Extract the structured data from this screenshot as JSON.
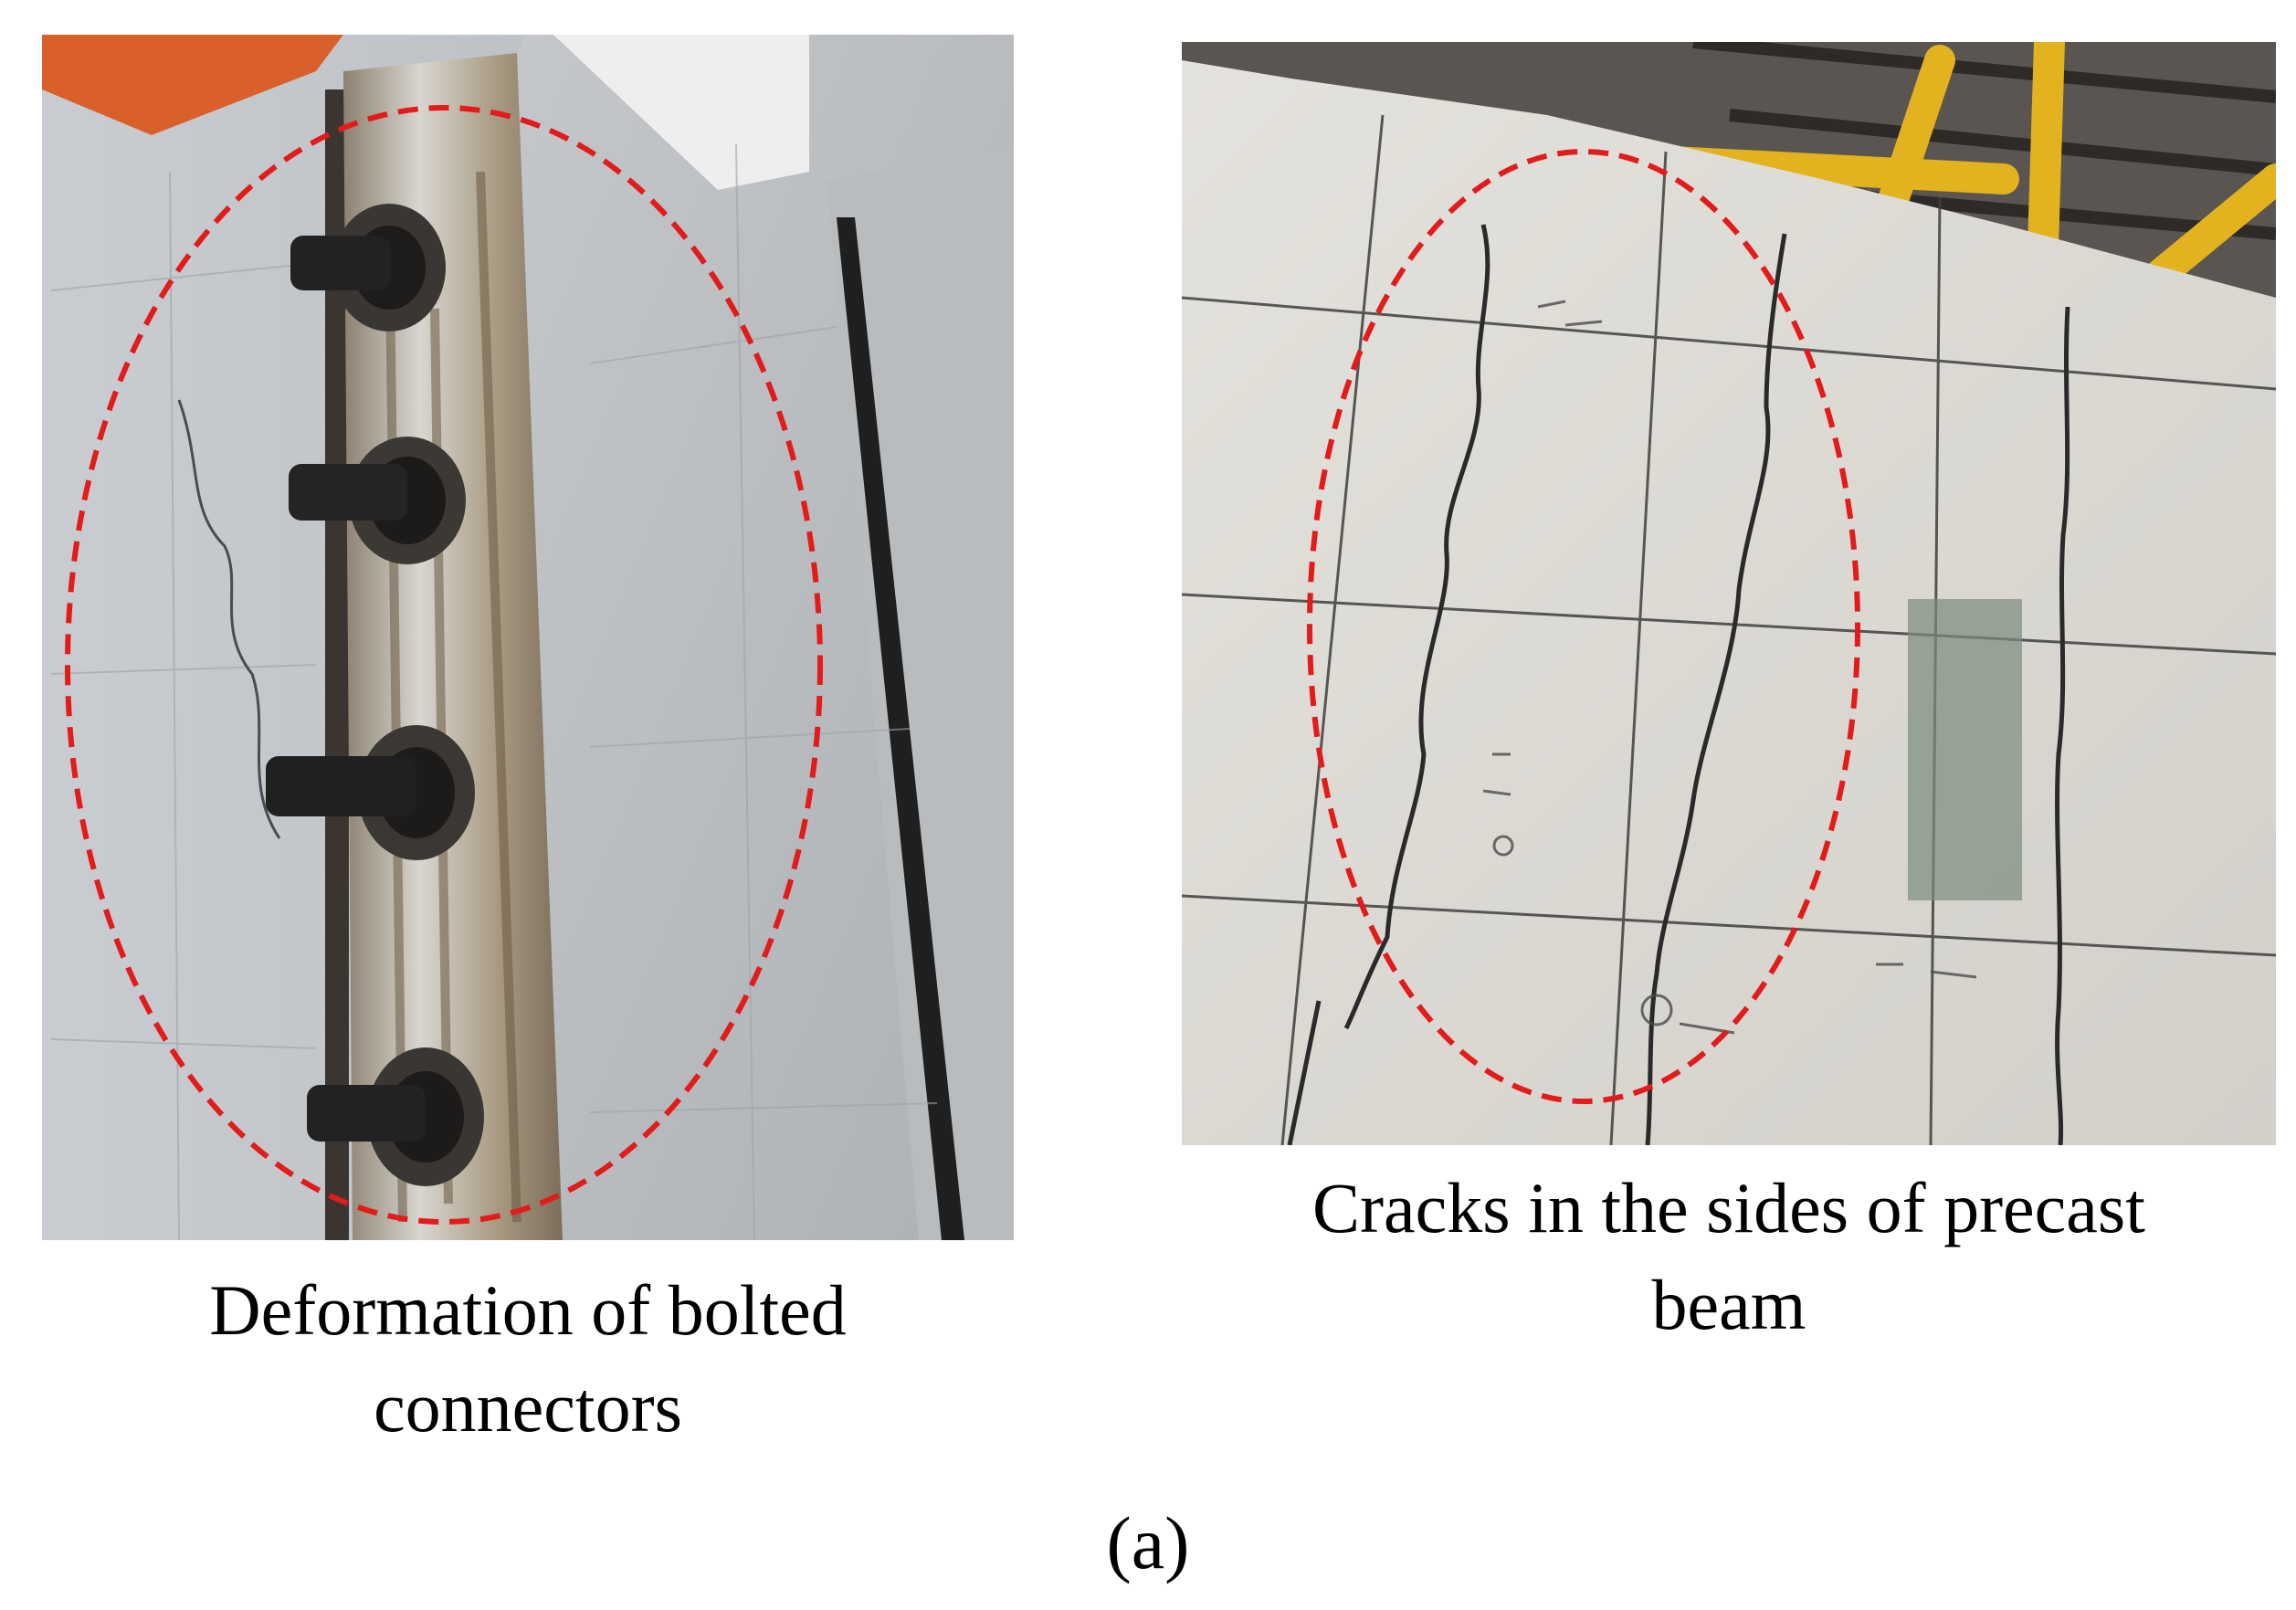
{
  "figure": {
    "label": "(a)",
    "panels": [
      {
        "caption_line1": "Deformation of bolted",
        "caption_line2": "connectors"
      },
      {
        "caption_line1": "Cracks in the sides of precast",
        "caption_line2": "beam"
      }
    ]
  },
  "colors": {
    "highlight_ellipse": "#e21b1b",
    "concrete_light": "#d9dadb",
    "concrete_grey": "#b7bcc0",
    "steel_dark": "#2b2b2b",
    "scaffold_yellow": "#e3b21f",
    "formwork_orange": "#d9602a"
  }
}
